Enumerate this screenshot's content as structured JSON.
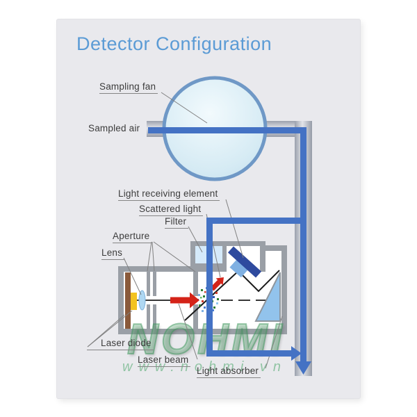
{
  "title": "Detector Configuration",
  "labels": {
    "sampling_fan": "Sampling fan",
    "sampled_air": "Sampled air",
    "light_receiving_element": "Light receiving element",
    "scattered_light": "Scattered light",
    "filter": "Filter",
    "aperture": "Aperture",
    "lens": "Lens",
    "laser_diode": "Laser diode",
    "laser_beam": "Laser beam",
    "light_absorber": "Light absorber"
  },
  "watermark": {
    "brand": "NOHMI",
    "domain": "www.nohmi.vn"
  },
  "colors": {
    "title_blue": "#5b9bd5",
    "pipe_blue": "#4472c4",
    "laser_red": "#d42318",
    "wall_gray": "#9a9fa6",
    "fan_stroke_blue": "#6f98c6",
    "filter_blue": "#d5eafa",
    "receiver_dark_blue": "#2e4a9e",
    "receiver_window_blue": "#7fb0e2",
    "absorber_blue": "#92c3ec",
    "diode_yellow": "#f3c320",
    "board_brown": "#8a5a3b",
    "lens_blue": "#aed7f2",
    "watermark_green": "#4aa870",
    "panel_gray": "#e9e9ed"
  }
}
